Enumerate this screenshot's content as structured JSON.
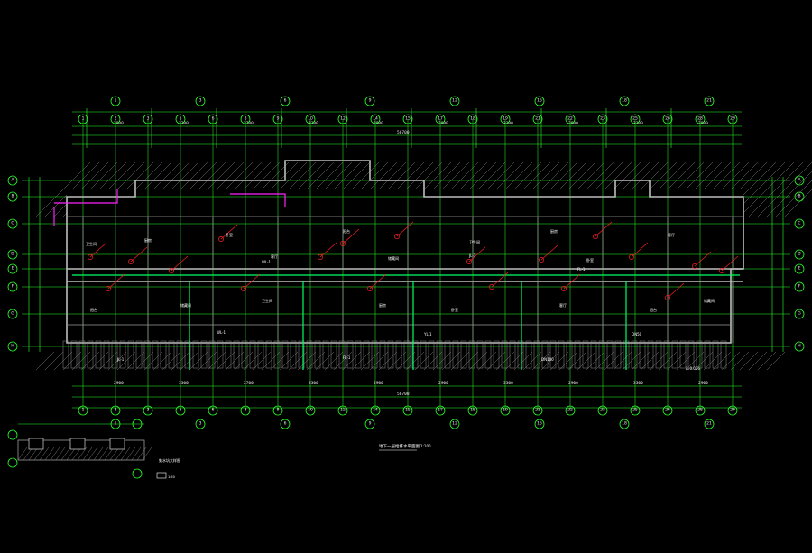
{
  "drawing": {
    "plan_title": "地下一层给排水平面图",
    "plan_scale": "1:100",
    "detail_title": "集水坑大样图",
    "detail_note": "1:50"
  },
  "axes": {
    "top": [
      "1",
      "2",
      "3",
      "5",
      "6",
      "8",
      "9",
      "10",
      "12",
      "14",
      "15",
      "17",
      "18",
      "19",
      "21",
      "22",
      "23",
      "25",
      "26",
      "28",
      "29"
    ],
    "left": [
      "A",
      "B",
      "C",
      "D",
      "E",
      "F",
      "G",
      "H"
    ],
    "right": [
      "A",
      "B",
      "C",
      "D",
      "E",
      "F",
      "G",
      "H"
    ]
  },
  "dimensions": {
    "top_row": [
      "2900",
      "3300",
      "2700",
      "3300",
      "2900",
      "2900",
      "3300",
      "2900",
      "3300",
      "2900"
    ],
    "total": "56700"
  },
  "rooms": [
    "卫生间",
    "厨房",
    "卧室",
    "客厅",
    "阳台",
    "储藏间"
  ],
  "pipe_labels": [
    "JL-1",
    "WL-1",
    "FL-1",
    "YL-1",
    "DN100",
    "DN50",
    "i=0.026"
  ],
  "colors": {
    "background": "#000000",
    "gridline": "#2bff2b",
    "pipe": "#00ff66",
    "riser": "#ff2020",
    "special": "#ff22ff",
    "wall": "#bdbdbd"
  }
}
